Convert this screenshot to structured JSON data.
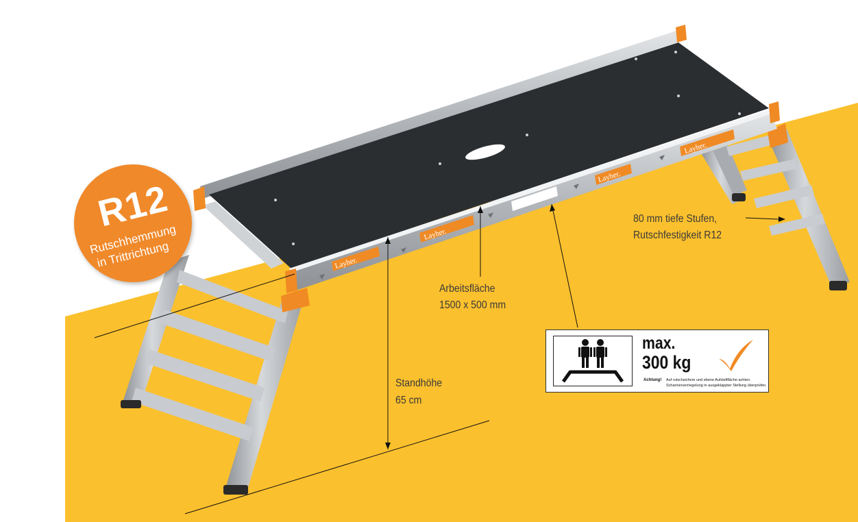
{
  "brand": "Layher.",
  "badge": {
    "title": "R12",
    "line1": "Rutschhemmung",
    "line2": "in Trittrichtung"
  },
  "callouts": {
    "steps_line1": "80 mm tiefe Stufen,",
    "steps_line2": "Rutschfestigkeit R12",
    "area_line1": "Arbeitsfläche",
    "area_line2": "1500 x 500 mm",
    "height_line1": "Standhöhe",
    "height_line2": "65 cm"
  },
  "load_label": {
    "max": "max.",
    "weight": "300 kg",
    "note_heading": "Achtung!",
    "note_line1": "Auf rutschsichere und ebene Aufstellfläche achten.",
    "note_line2": "Scharnierverriegelung in ausgeklappter Stellung überprüfen."
  },
  "icons": [
    "two-persons-icon",
    "checkmark-icon",
    "layher-logo-icon"
  ],
  "colors": {
    "yellow": "#fbc02d",
    "orange": "#f0892a",
    "deck": "#2b2e31",
    "aluminium": "#b9bcc0"
  }
}
